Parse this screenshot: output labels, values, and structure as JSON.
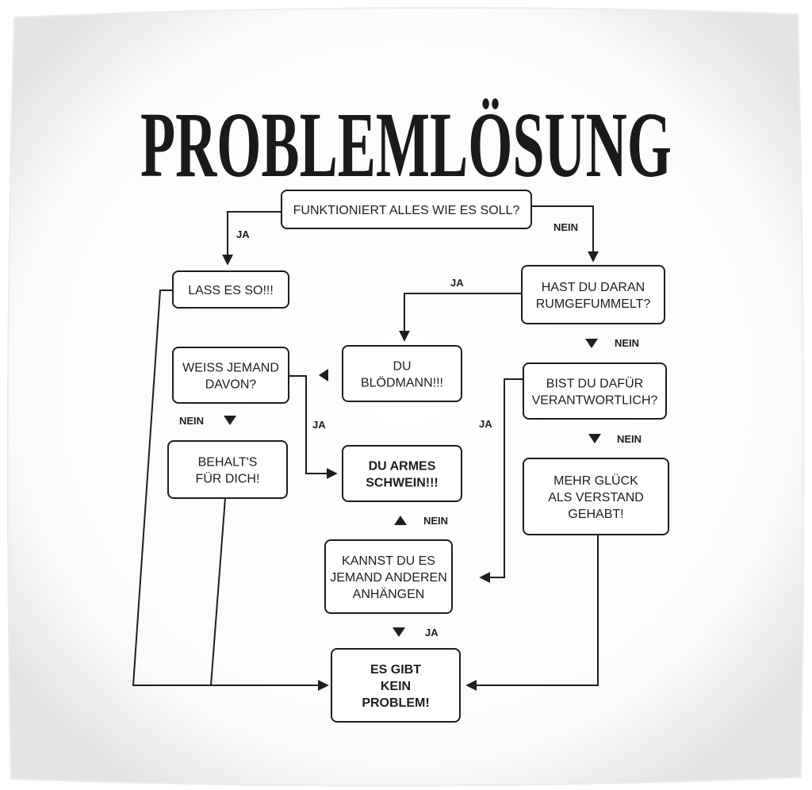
{
  "title": "PROBLEMLÖSUNG",
  "nodes": [
    {
      "id": "q_works",
      "lines": [
        "FUNKTIONIERT ALLES WIE ES SOLL?"
      ],
      "bold": false
    },
    {
      "id": "leave",
      "lines": [
        "LASS ES SO!!!"
      ],
      "bold": false
    },
    {
      "id": "q_fiddled",
      "lines": [
        "HAST DU DARAN",
        "RUMGEFUMMELT?"
      ],
      "bold": false
    },
    {
      "id": "idiot",
      "lines": [
        "DU",
        "BLÖDMANN!!!"
      ],
      "bold": false
    },
    {
      "id": "q_knows",
      "lines": [
        "WEISS JEMAND",
        "DAVON?"
      ],
      "bold": false
    },
    {
      "id": "q_resp",
      "lines": [
        "BIST DU DAFÜR",
        "VERANTWORTLICH?"
      ],
      "bold": false
    },
    {
      "id": "keep",
      "lines": [
        "BEHALT'S",
        "FÜR DICH!"
      ],
      "bold": false
    },
    {
      "id": "poor",
      "lines": [
        "DU ARMES",
        "SCHWEIN!!!"
      ],
      "bold": true
    },
    {
      "id": "luck",
      "lines": [
        "MEHR GLÜCK",
        "ALS VERSTAND",
        "GEHABT!"
      ],
      "bold": false
    },
    {
      "id": "q_blame",
      "lines": [
        "KANNST DU ES",
        "JEMAND ANDEREN",
        "ANHÄNGEN"
      ],
      "bold": false
    },
    {
      "id": "no_problem",
      "lines": [
        "ES GIBT",
        "KEIN",
        "PROBLEM!"
      ],
      "bold": true
    }
  ],
  "edge_labels": [
    {
      "id": "works_yes",
      "text": "JA"
    },
    {
      "id": "works_no",
      "text": "NEIN"
    },
    {
      "id": "fiddled_yes",
      "text": "JA"
    },
    {
      "id": "fiddled_no",
      "text": "NEIN"
    },
    {
      "id": "knows_no",
      "text": "NEIN"
    },
    {
      "id": "knows_yes",
      "text": "JA"
    },
    {
      "id": "resp_yes",
      "text": "JA"
    },
    {
      "id": "resp_no",
      "text": "NEIN"
    },
    {
      "id": "blame_no",
      "text": "NEIN"
    },
    {
      "id": "blame_yes",
      "text": "JA"
    }
  ],
  "colors": {
    "ink": "#1e1e1e",
    "background": "#ffffff",
    "pillow_shadow": "#e2e2e2"
  }
}
